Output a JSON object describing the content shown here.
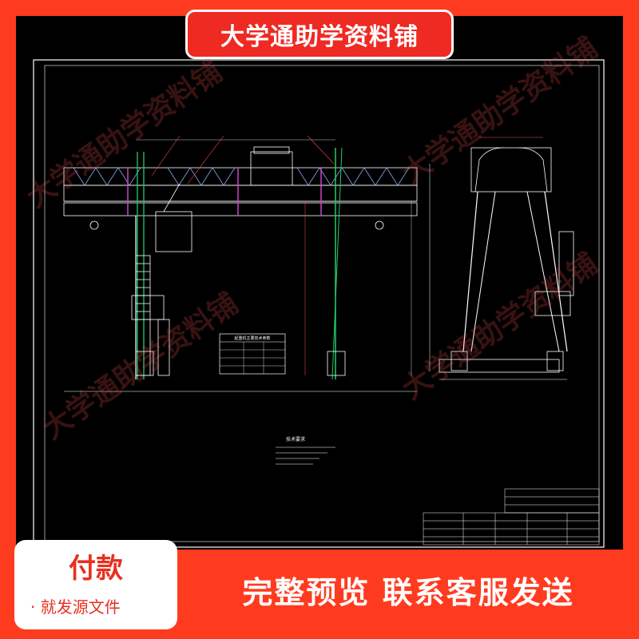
{
  "banner": {
    "title": "大学通助学资料铺"
  },
  "watermark": {
    "text": "大学通助学资料铺"
  },
  "drawing": {
    "table_title": "起重机主要技术参数",
    "notes_title": "技术要求"
  },
  "payment": {
    "title": "付款",
    "subtitle": "· 就发源文件"
  },
  "footer": {
    "message": "完整预览  联系客服发送"
  },
  "colors": {
    "accent": "#ff3b1f",
    "canvas": "#000000",
    "drawing_line": "#ffffff"
  }
}
